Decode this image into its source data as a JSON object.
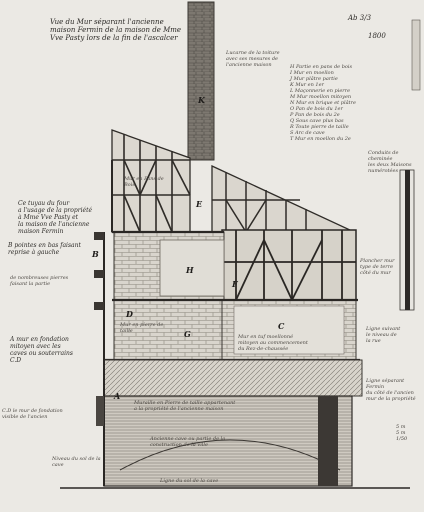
{
  "title": "Vue du Mur séparant l'ancienne maison Fermin de la maison de Mme Vve Pasty lors de la fin de l'ascalcer",
  "ref_number": "Ab 3/3",
  "year": "1800",
  "top_note": "Lucarne de la toiture\navec ses mesures de\nl'ancienne maison",
  "left_notes": [
    "Ce tuyau du four\na l'usage de la propriété\nà Mme Vve Pasty et\nla maison de l'ancienne\nmaison Fermin",
    "B pointes en bas faisant\nreprise à gauche",
    "de nombreuses pierres\nfaisant la partie",
    "A mur en fondation\nmitoyen avec les\ncaves ou souterrains\nC.D",
    "C.D le mur de fondation\nvisible de l'ancien"
  ],
  "right_notes": [
    "Conduits de cheminée\nles deux Maisons\nnumérotées",
    "Plancher mur\ntype de terre\ncôté du mur",
    "Ligne suivant\nle niveau de\nla rue",
    "Ligne séparant Fermin\ndu côté de l'ancien\nmur de la propriété",
    "5 m\n5 m\n1/50"
  ],
  "legend": [
    "H  Partie en pans de bois",
    "I  Mur en moellon",
    "J  Mur plâtre partie",
    "K  Mur en 1er",
    "L  Maçonnerie en pierre",
    "M  Mur moellon mitoyen",
    "N  Mur en brique et plâtre",
    "O  Pan de bois du 1er",
    "P  Pan de bois du 2e",
    "Q  Sous cave plus bas",
    "R  Toute pierre de taille",
    "S  Arc de cave",
    "T  Mur en moellon du 2e"
  ],
  "labels": [
    "A",
    "B",
    "C",
    "D",
    "E",
    "F",
    "G",
    "H",
    "K"
  ],
  "inner_notes": [
    "Mur en Pans de Bois",
    "Mur en tuf moellonné\nmitoyen au commencement\ndu Rez-de-chaussée",
    "Muraille en Pierre de taille appartenant\na la propriété de l'ancienne maison",
    "Mur en pierre de taille",
    "Ancienne cave ou partie de la\nconstruction de la ville",
    "Niveau du sol de la cave"
  ],
  "bottom_note": "Ligne du sol de la cave"
}
